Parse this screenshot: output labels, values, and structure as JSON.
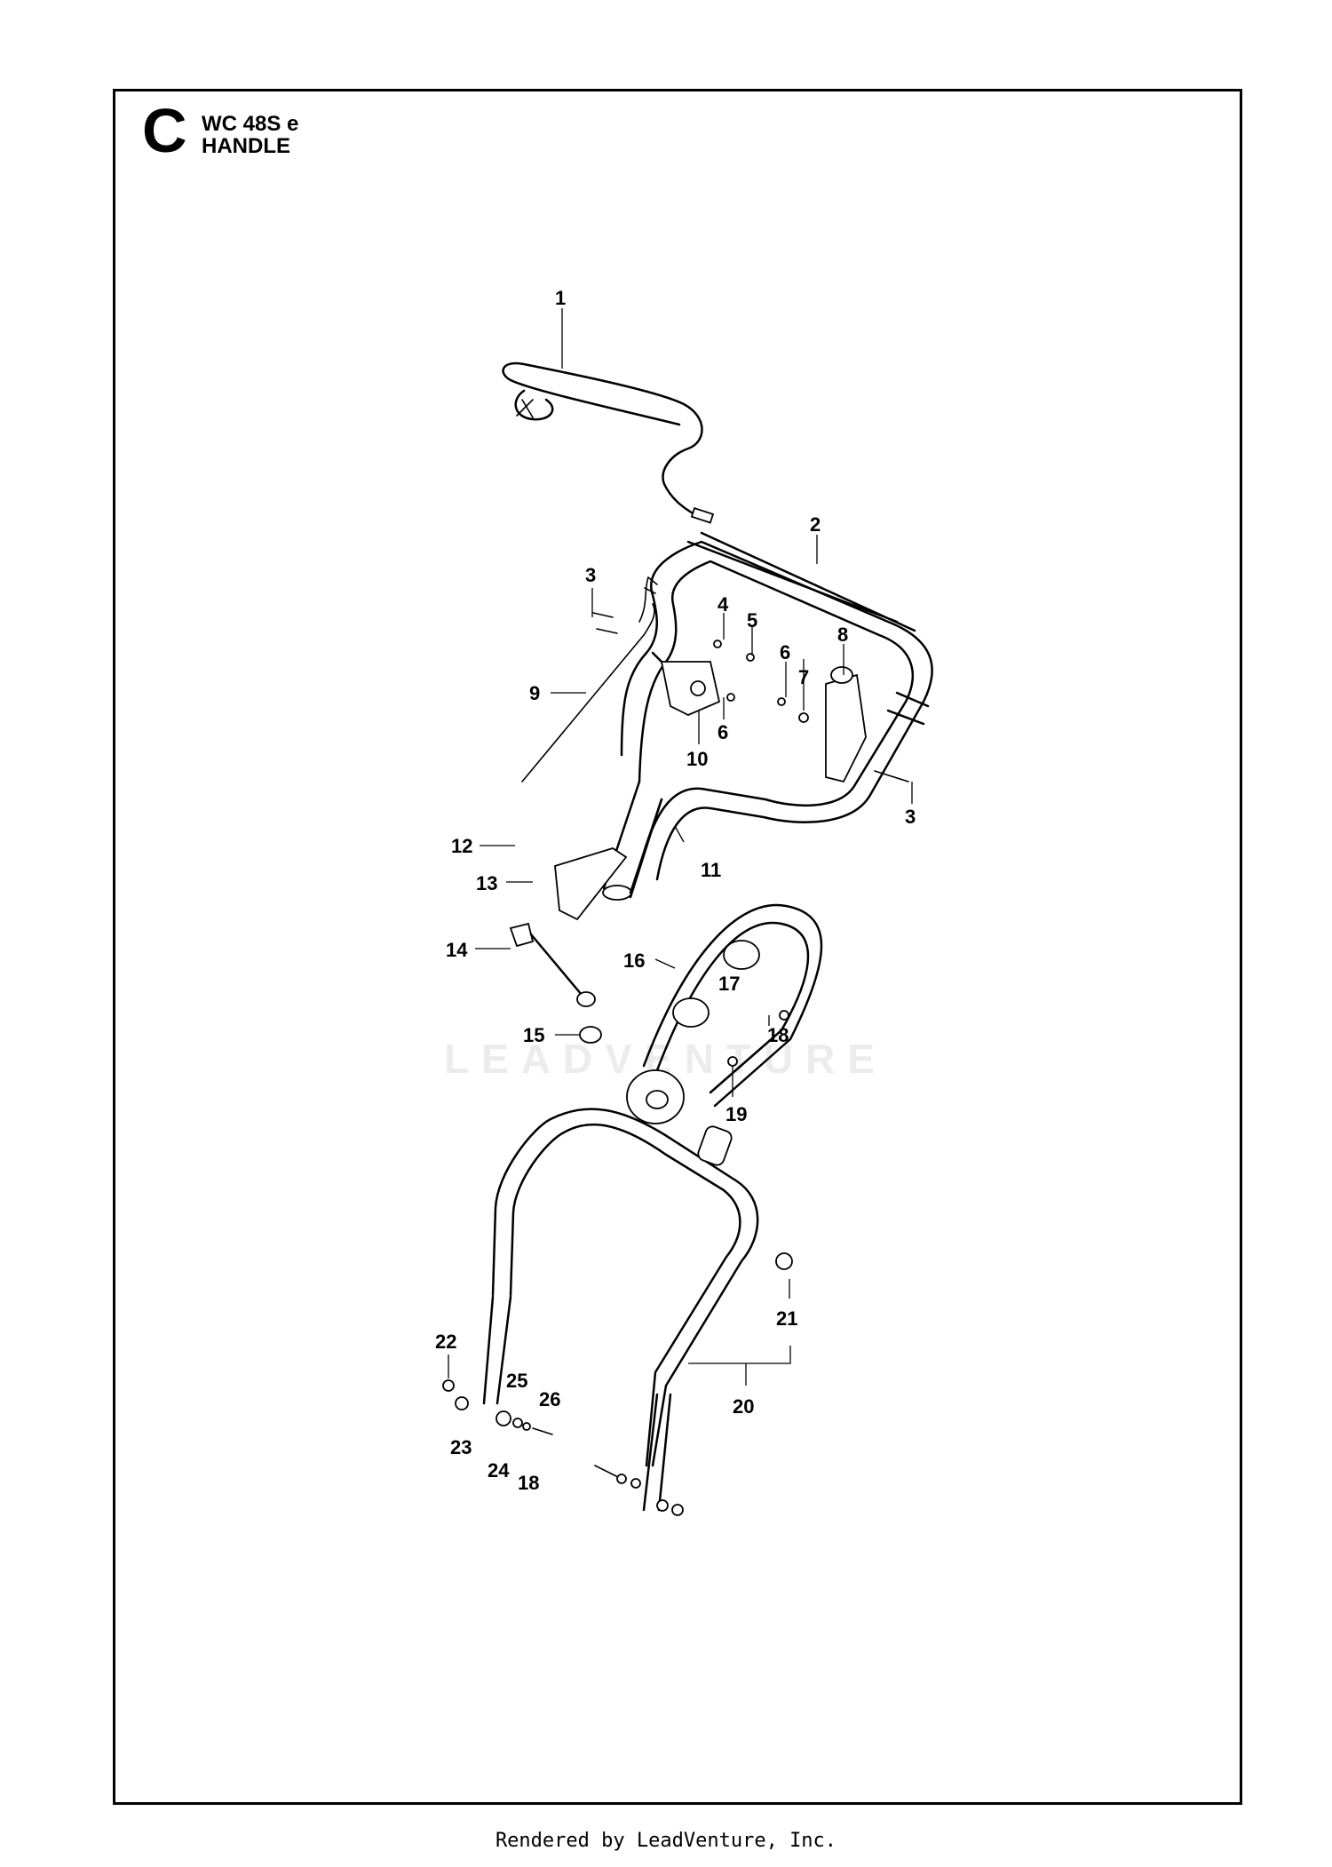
{
  "header": {
    "section_letter": "C",
    "model": "WC 48S e",
    "assembly": "HANDLE"
  },
  "watermark": "LEADVENTURE",
  "callouts": [
    "1",
    "2",
    "3",
    "4",
    "5",
    "6",
    "7",
    "8",
    "3",
    "9",
    "6",
    "10",
    "11",
    "12",
    "13",
    "14",
    "16",
    "17",
    "18",
    "15",
    "19",
    "21",
    "22",
    "25",
    "26",
    "20",
    "23",
    "24",
    "18"
  ],
  "footer": "Rendered by LeadVenture, Inc."
}
